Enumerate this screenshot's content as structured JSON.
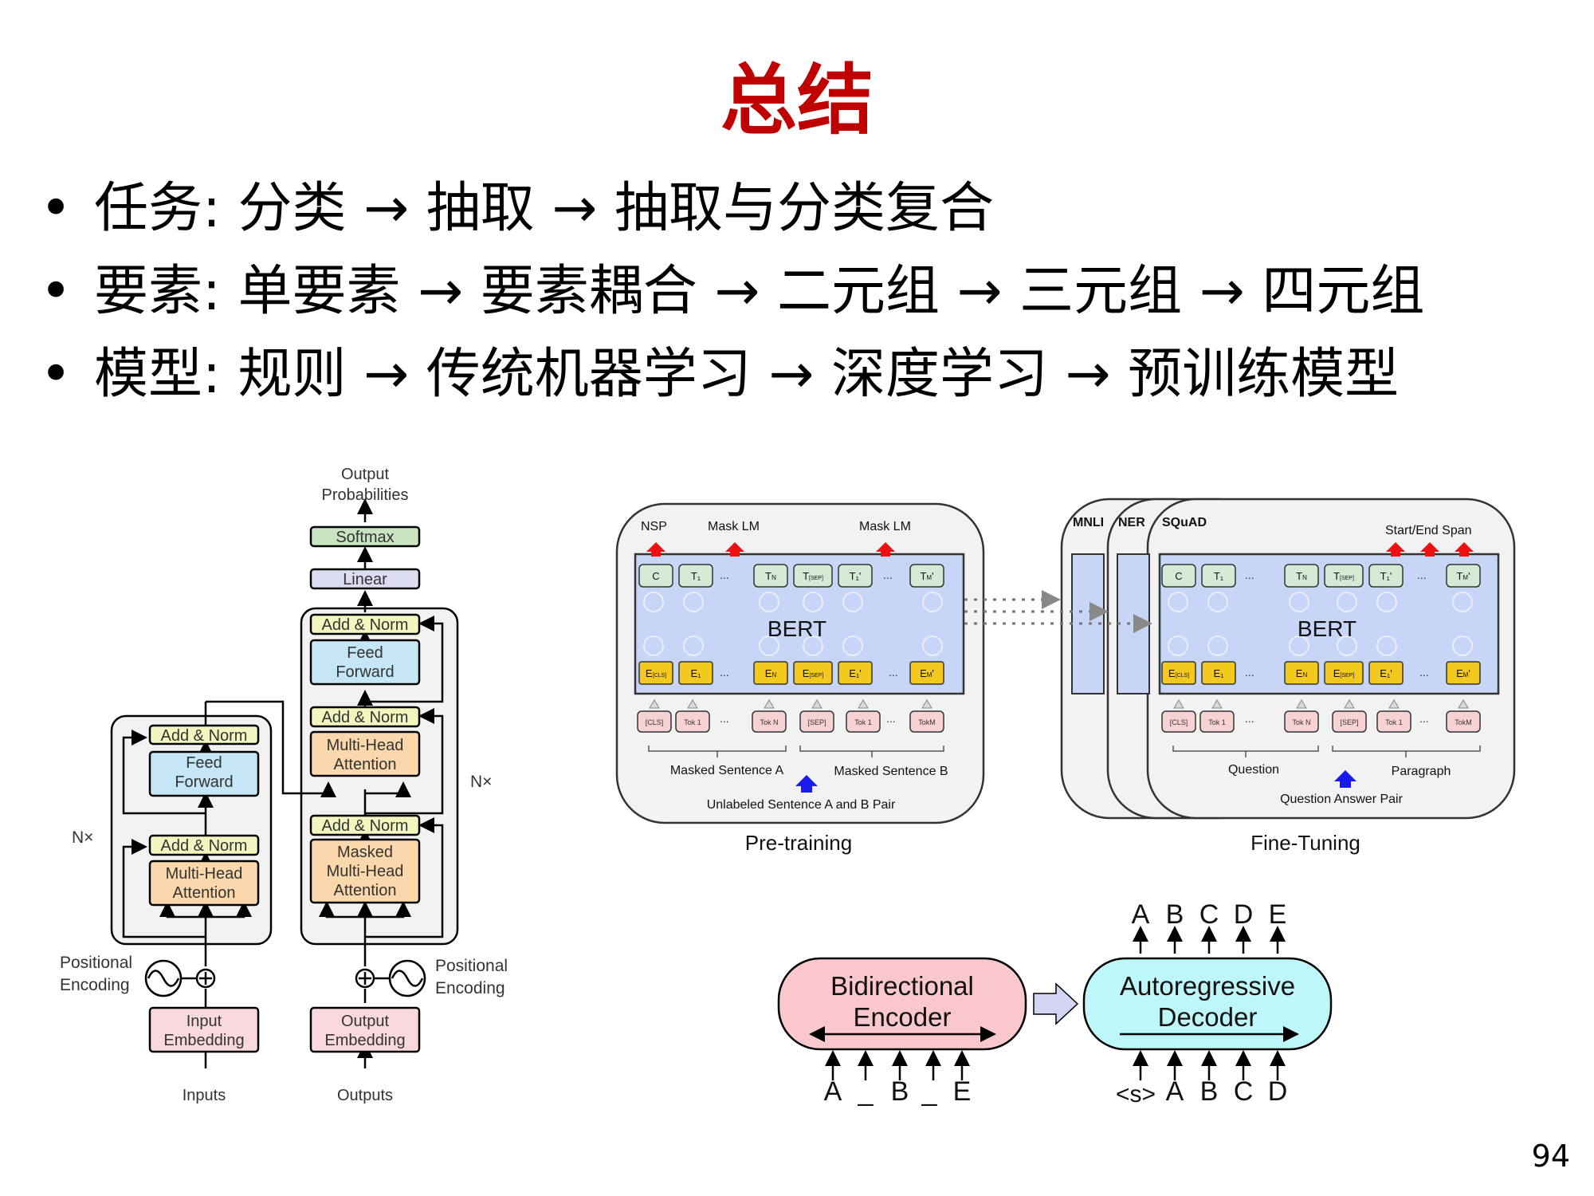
{
  "slide": {
    "title": "总结",
    "bullets": [
      "任务: 分类 → 抽取 → 抽取与分类复合",
      "要素: 单要素 → 要素耦合 → 二元组 → 三元组 → 四元组",
      "模型: 规则 → 传统机器学习 → 深度学习 → 预训练模型"
    ],
    "page_number": "94"
  },
  "transformer": {
    "output_probabilities": [
      "Output",
      "Probabilities"
    ],
    "softmax": "Softmax",
    "linear": "Linear",
    "add_norm": "Add & Norm",
    "feed_forward": [
      "Feed",
      "Forward"
    ],
    "multi_head_attention": [
      "Multi-Head",
      "Attention"
    ],
    "masked_attention": [
      "Masked",
      "Multi-Head",
      "Attention"
    ],
    "nx": "N×",
    "positional_encoding": [
      "Positional",
      "Encoding"
    ],
    "input_embedding": [
      "Input",
      "Embedding"
    ],
    "output_embedding": [
      "Output",
      "Embedding"
    ],
    "inputs": "Inputs",
    "outputs": "Outputs"
  },
  "bert": {
    "pretraining": {
      "heads": [
        "NSP",
        "Mask LM",
        "Mask LM"
      ],
      "model": "BERT",
      "sentence_a": "Masked Sentence A",
      "sentence_b": "Masked Sentence B",
      "pair": "Unlabeled Sentence A and B Pair",
      "caption": "Pre-training"
    },
    "finetuning": {
      "tasks": [
        "MNLI",
        "NER",
        "SQuAD"
      ],
      "span": "Start/End Span",
      "model": "BERT",
      "question": "Question",
      "paragraph": "Paragraph",
      "pair": "Question Answer Pair",
      "caption": "Fine-Tuning"
    },
    "tokens": [
      "[CLS]",
      "Tok 1",
      "...",
      "Tok N",
      "[SEP]",
      "Tok 1",
      "...",
      "TokM"
    ],
    "ellipsis": "..."
  },
  "bart": {
    "encoder": [
      "Bidirectional",
      "Encoder"
    ],
    "decoder": [
      "Autoregressive",
      "Decoder"
    ],
    "encoder_inputs": [
      "A",
      "_",
      "B",
      "_",
      "E"
    ],
    "decoder_outputs": [
      "A",
      "B",
      "C",
      "D",
      "E"
    ],
    "decoder_inputs": [
      "<s>",
      "A",
      "B",
      "C",
      "D"
    ]
  }
}
